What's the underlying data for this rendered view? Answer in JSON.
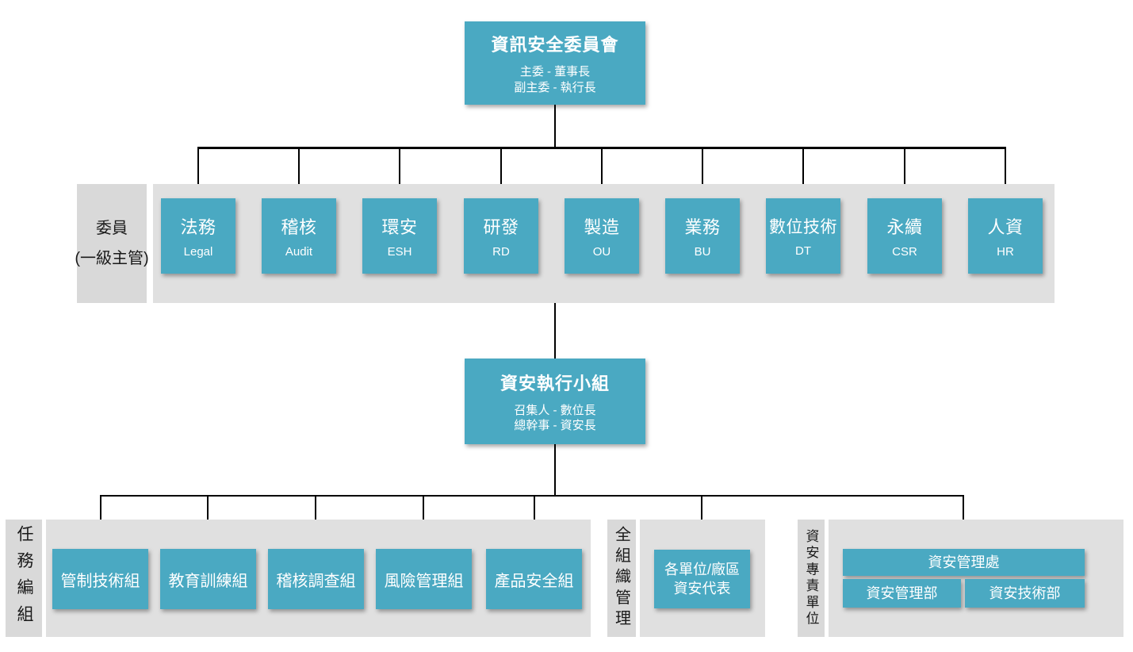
{
  "colors": {
    "node_teal": "#4aa9c2",
    "band_gray": "#e0e0e0",
    "label_gray": "#d9d9d9",
    "connector_black": "#000000",
    "node_text": "#ffffff",
    "label_text": "#1a1a1a"
  },
  "committee_box": {
    "title": "資訊安全委員會",
    "subtitle1": "主委 - 董事長",
    "subtitle2": "副主委 - 執行長"
  },
  "members_section": {
    "label_line1": "委員",
    "label_line2": "(一級主管)",
    "members": [
      {
        "name": "法務",
        "abbr": "Legal"
      },
      {
        "name": "稽核",
        "abbr": "Audit"
      },
      {
        "name": "環安",
        "abbr": "ESH"
      },
      {
        "name": "研發",
        "abbr": "RD"
      },
      {
        "name": "製造",
        "abbr": "OU"
      },
      {
        "name": "業務",
        "abbr": "BU"
      },
      {
        "name": "數位技術",
        "abbr": "DT"
      },
      {
        "name": "永續",
        "abbr": "CSR"
      },
      {
        "name": "人資",
        "abbr": "HR"
      }
    ]
  },
  "exec_box": {
    "title": "資安執行小組",
    "subtitle1": "召集人 - 數位長",
    "subtitle2": "總幹事 - 資安長"
  },
  "task_section": {
    "label": "任務編組",
    "groups": [
      "管制技術組",
      "教育訓練組",
      "稽核調查組",
      "風險管理組",
      "產品安全組"
    ]
  },
  "orgwide_section": {
    "label": "全組織管理",
    "box_line1": "各單位/廠區",
    "box_line2": "資安代表"
  },
  "dedicated_section": {
    "label": "資安專責單位",
    "parent": "資安管理處",
    "child1": "資安管理部",
    "child2": "資安技術部"
  }
}
